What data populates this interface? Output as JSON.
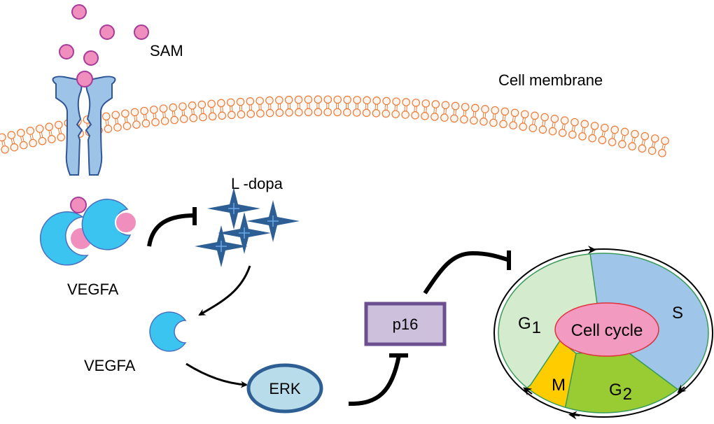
{
  "title": "SAM / VEGFA / L-dopa / ERK / p16 cell cycle pathway",
  "labels": {
    "sam": "SAM",
    "cell_membrane": "Cell membrane",
    "ldopa": "L -dopa",
    "vegfa_bound": "VEGFA",
    "vegfa_free": "VEGFA",
    "erk": "ERK",
    "p16": "p16",
    "cell_cycle": "Cell cycle",
    "phase_g": "G",
    "phase_g1_sub": "1",
    "phase_s": "S",
    "phase_m": "M",
    "phase_g2_sub": "2"
  },
  "colors": {
    "sam_fill": "#f08fbe",
    "sam_stroke": "#a83a9a",
    "channel_fill": "#9dc3e6",
    "channel_stroke": "#2f5597",
    "membrane": "#f07a35",
    "membrane_head": "#fff4ee",
    "vegfa_fill": "#3cc4f0",
    "vegfa_stroke": "#4a6fc0",
    "ldopa_fill": "#2e5f94",
    "ldopa_glint": "#6aa8e8",
    "erk_fill": "#b8dcea",
    "erk_stroke": "#2e5f94",
    "p16_fill": "#ccc0dc",
    "p16_stroke": "#6b4f8f",
    "g1_fill": "#d4ebcd",
    "s_fill": "#9fc5e8",
    "m_fill": "#ffcc00",
    "g2_fill": "#99cc33",
    "cycle_center_fill": "#f29ac0",
    "cycle_center_stroke": "#e0303a"
  },
  "relations": [
    {
      "from": "VEGFA (SAM-bound)",
      "to": "L-dopa",
      "type": "inhibits"
    },
    {
      "from": "L-dopa",
      "to": "VEGFA",
      "type": "activates"
    },
    {
      "from": "VEGFA",
      "to": "ERK",
      "type": "activates"
    },
    {
      "from": "ERK",
      "to": "p16",
      "type": "inhibits"
    },
    {
      "from": "p16",
      "to": "Cell cycle",
      "type": "inhibits"
    }
  ]
}
